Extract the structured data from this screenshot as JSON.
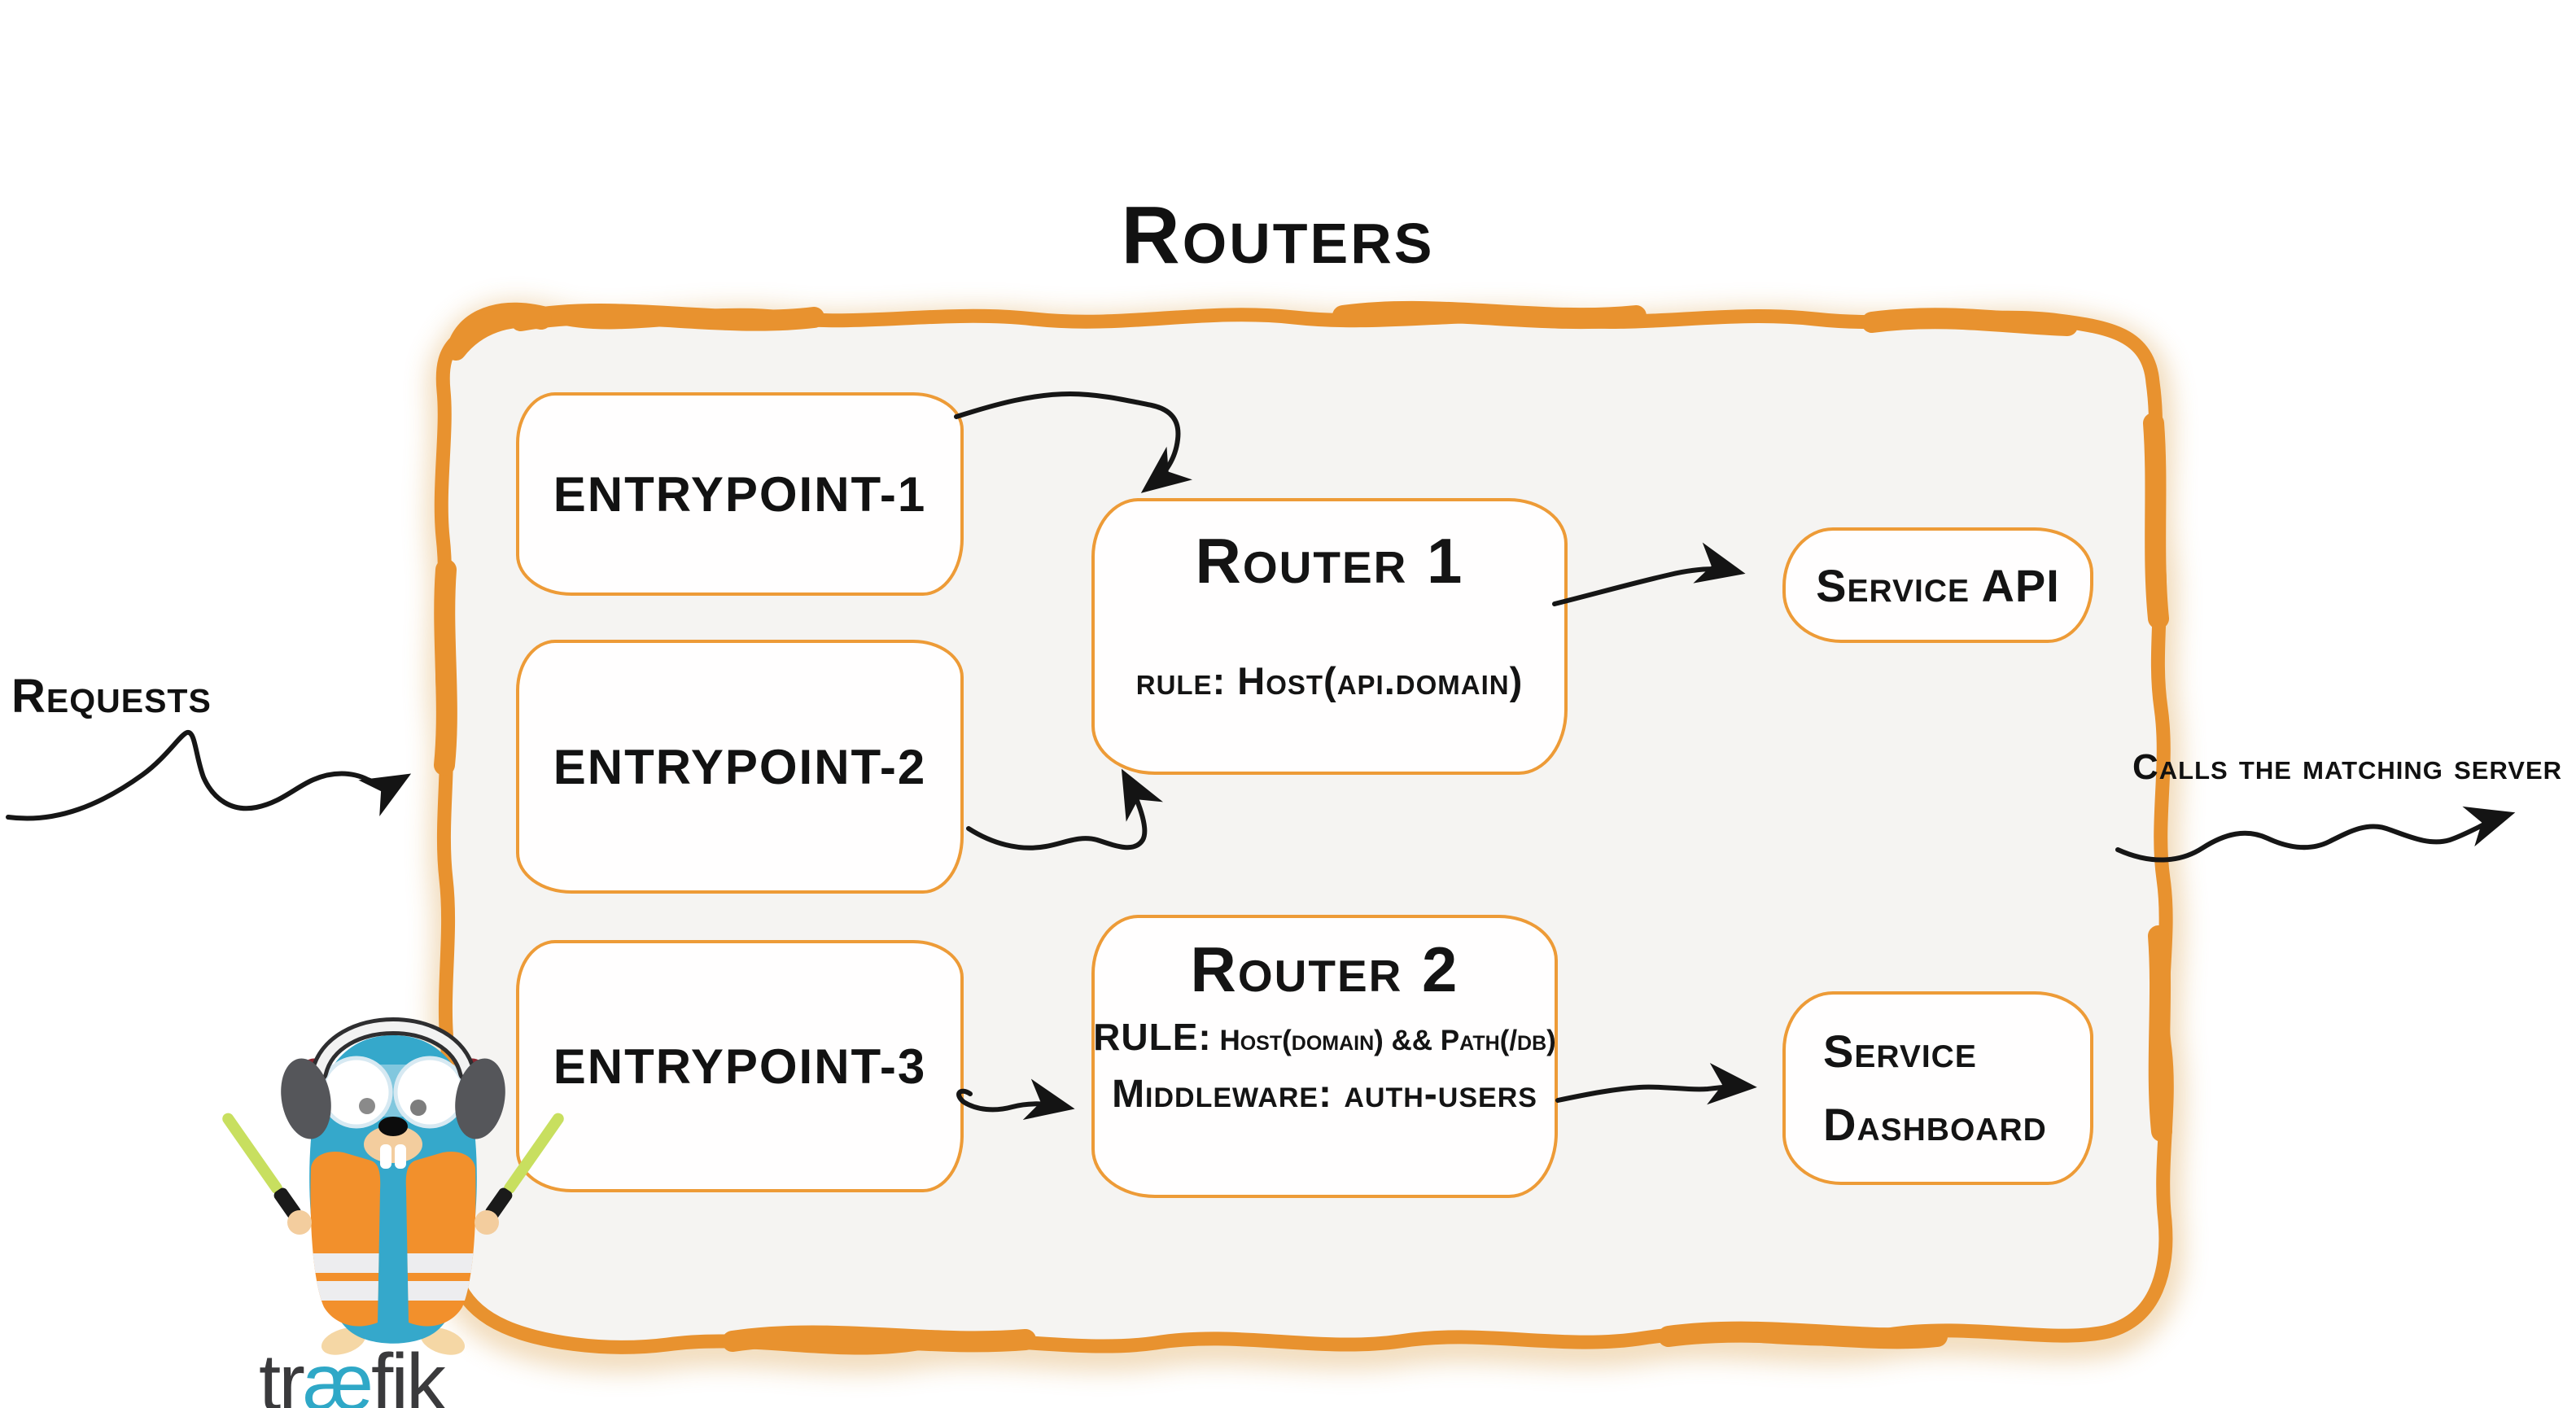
{
  "title": "Routers",
  "annotations": {
    "requests": "Requests",
    "calls": "Calls the matching server"
  },
  "entrypoints": [
    {
      "label": "entrypoint-1"
    },
    {
      "label": "entrypoint-2"
    },
    {
      "label": "entrypoint-3"
    }
  ],
  "routers": [
    {
      "name": "Router 1",
      "rule": "rule: Host(api.domain)"
    },
    {
      "name": "Router 2",
      "rule_prefix": "RULE:",
      "rule_value": "Host(domain) && Path(/db)",
      "middleware": "Middleware: auth-users"
    }
  ],
  "services": [
    {
      "label": "Service API"
    },
    {
      "label": "Service Dashboard"
    }
  ],
  "logo": {
    "pre": "tr",
    "ae": "æ",
    "post": "fik"
  },
  "colors": {
    "border_orange": "#E8922F",
    "box_border_orange": "#ED9B37",
    "container_fill": "#F5F4F2",
    "ink": "#141414",
    "gopher_teal": "#35A8CB",
    "wordmark_gray": "#3A3A3C",
    "wordmark_teal": "#2FA8C7",
    "vest_orange": "#F2902C",
    "wand_green": "#C8DF5F"
  }
}
